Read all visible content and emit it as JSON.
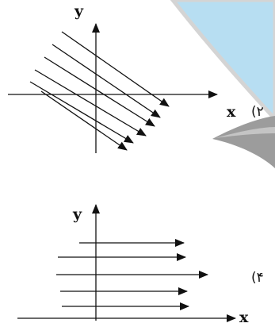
{
  "colors": {
    "decoration_blue": "#b7def2",
    "decoration_rim": "#d9d9d9",
    "decoration_grey": "#9c9c9c",
    "ink": "#111111"
  },
  "top_diagram": {
    "option_label": "(۲",
    "x_axis_label": "x",
    "y_axis_label": "y",
    "vector_count": 6,
    "vector_direction": "down-right"
  },
  "bottom_diagram": {
    "option_label": "(۴",
    "x_axis_label": "x",
    "y_axis_label": "y",
    "vector_count": 5,
    "vector_direction": "right"
  }
}
